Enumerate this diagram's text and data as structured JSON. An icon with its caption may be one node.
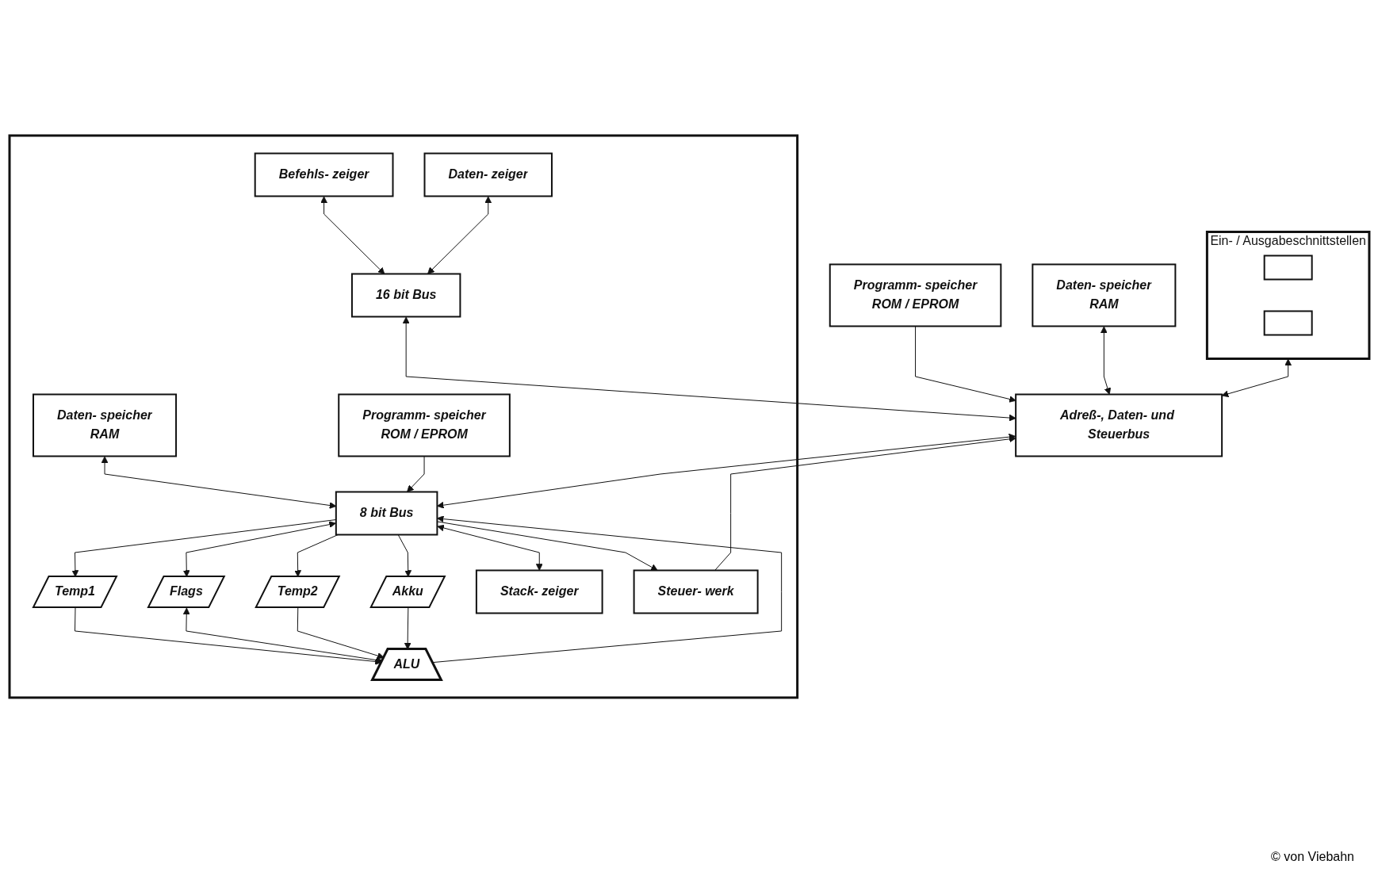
{
  "diagram": {
    "nodes": [
      {
        "text": [],
        "shape": "box"
      },
      {
        "text": [
          "ALU"
        ],
        "in": 0
      },
      {
        "text": [
          "Temp1"
        ],
        "in": 0
      },
      {
        "text": [
          "Flags"
        ],
        "in": 0
      },
      {
        "text": [
          "Temp2"
        ],
        "in": 0
      },
      {
        "text": [
          "Akku"
        ],
        "in": 0
      },
      {
        "text": [
          "Daten- speicher",
          "RAM"
        ],
        "in": 0
      },
      {
        "text": [
          "Programm- speicher",
          "ROM / EPROM"
        ],
        "in": 0
      },
      {
        "text": [
          "8 bit Bus"
        ],
        "in": 0
      },
      {
        "text": [
          "Befehls- zeiger"
        ],
        "in": 0
      },
      {
        "text": [
          "Daten- zeiger"
        ],
        "in": 0
      },
      {
        "text": [
          "Stack- zeiger"
        ],
        "in": 0
      },
      {
        "text": [
          "Steuer- werk"
        ],
        "in": 0
      },
      {
        "text": [
          "16 bit Bus"
        ],
        "in": 0
      },
      {
        "text": [
          "Adreß-, Daten- und Steuerbus"
        ]
      },
      {
        "text": [
          "Programm- speicher",
          "ROM / EPROM"
        ]
      },
      {
        "text": [
          "Daten- speicher",
          "RAM"
        ]
      },
      {
        "text": [
          "Ein- / Ausgabeschnittstellen"
        ]
      },
      {
        "text": [],
        "shape": "box",
        "in": 17
      },
      {
        "text": [],
        "shape": "box",
        "in": 17
      }
    ],
    "edges": [
      {
        "from": 2,
        "to": 1,
        "arrow": "to"
      },
      {
        "from": 3,
        "to": 1,
        "arrow": "both"
      },
      {
        "from": 4,
        "to": 1,
        "arrow": "to"
      },
      {
        "from": 5,
        "to": 1,
        "arrow": "to"
      },
      {
        "from": 1,
        "to": 8,
        "arrow": "to"
      },
      {
        "from": 8,
        "to": 2,
        "arrow": "to"
      },
      {
        "from": 8,
        "to": 3,
        "arrow": "both"
      },
      {
        "from": 8,
        "to": 4,
        "arrow": "to"
      },
      {
        "from": 8,
        "to": 5,
        "arrow": "to"
      },
      {
        "from": 6,
        "to": 8,
        "arrow": "both"
      },
      {
        "from": 7,
        "to": 8,
        "arrow": "to"
      },
      {
        "from": 8,
        "to": 11,
        "arrow": "both"
      },
      {
        "from": 8,
        "to": 12,
        "arrow": "to"
      },
      {
        "from": 9,
        "to": 13,
        "arrow": "both"
      },
      {
        "from": 10,
        "to": 13,
        "arrow": "both"
      },
      {
        "from": 13,
        "to": 14,
        "arrow": "both"
      },
      {
        "from": 14,
        "to": 8,
        "arrow": "both"
      },
      {
        "from": 12,
        "to": 14,
        "arrow": "to"
      },
      {
        "from": 15,
        "to": 14,
        "arrow": "to"
      },
      {
        "from": 16,
        "to": 14,
        "arrow": "both"
      },
      {
        "from": 17,
        "to": 14,
        "arrow": "both"
      }
    ],
    "labels": [
      "© von Viebahn"
    ]
  }
}
